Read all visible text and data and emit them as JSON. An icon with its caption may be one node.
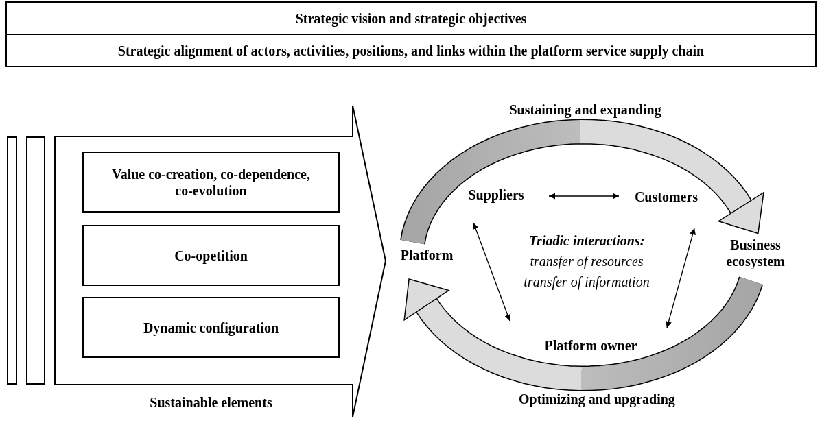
{
  "diagram": {
    "nodes": [
      {
        "text": [
          "Strategic vision and strategic objectives"
        ]
      },
      {
        "text": [
          "Strategic alignment of actors, activities, positions, and links within the platform service supply chain"
        ]
      },
      {
        "text": [],
        "shape": "bar"
      },
      {
        "text": [],
        "shape": "bar"
      },
      {
        "text": [
          "Sustainable elements"
        ]
      },
      {
        "text": [
          "Value co-creation, co-dependence, co-evolution"
        ],
        "in": 4
      },
      {
        "text": [
          "Co-opetition"
        ],
        "in": 4
      },
      {
        "text": [
          "Dynamic configuration"
        ],
        "in": 4
      },
      {
        "text": [
          "Platform"
        ]
      },
      {
        "text": [
          "Suppliers"
        ]
      },
      {
        "text": [
          "Customers"
        ]
      },
      {
        "text": [
          "Business ecosystem"
        ]
      },
      {
        "text": [
          "Platform owner"
        ]
      }
    ],
    "edges": [
      {
        "from": 8,
        "to": 11,
        "arrow": "to",
        "label": "Sustaining and expanding",
        "style": "thick"
      },
      {
        "from": 11,
        "to": 8,
        "arrow": "to",
        "label": "Optimizing and upgrading",
        "style": "thick"
      },
      {
        "from": 9,
        "to": 10,
        "arrow": "both"
      },
      {
        "from": 9,
        "to": 12,
        "arrow": "both"
      },
      {
        "from": 10,
        "to": 12,
        "arrow": "both"
      }
    ],
    "labels": [
      "Triadic interactions:",
      "transfer of resources transfer of information"
    ]
  }
}
